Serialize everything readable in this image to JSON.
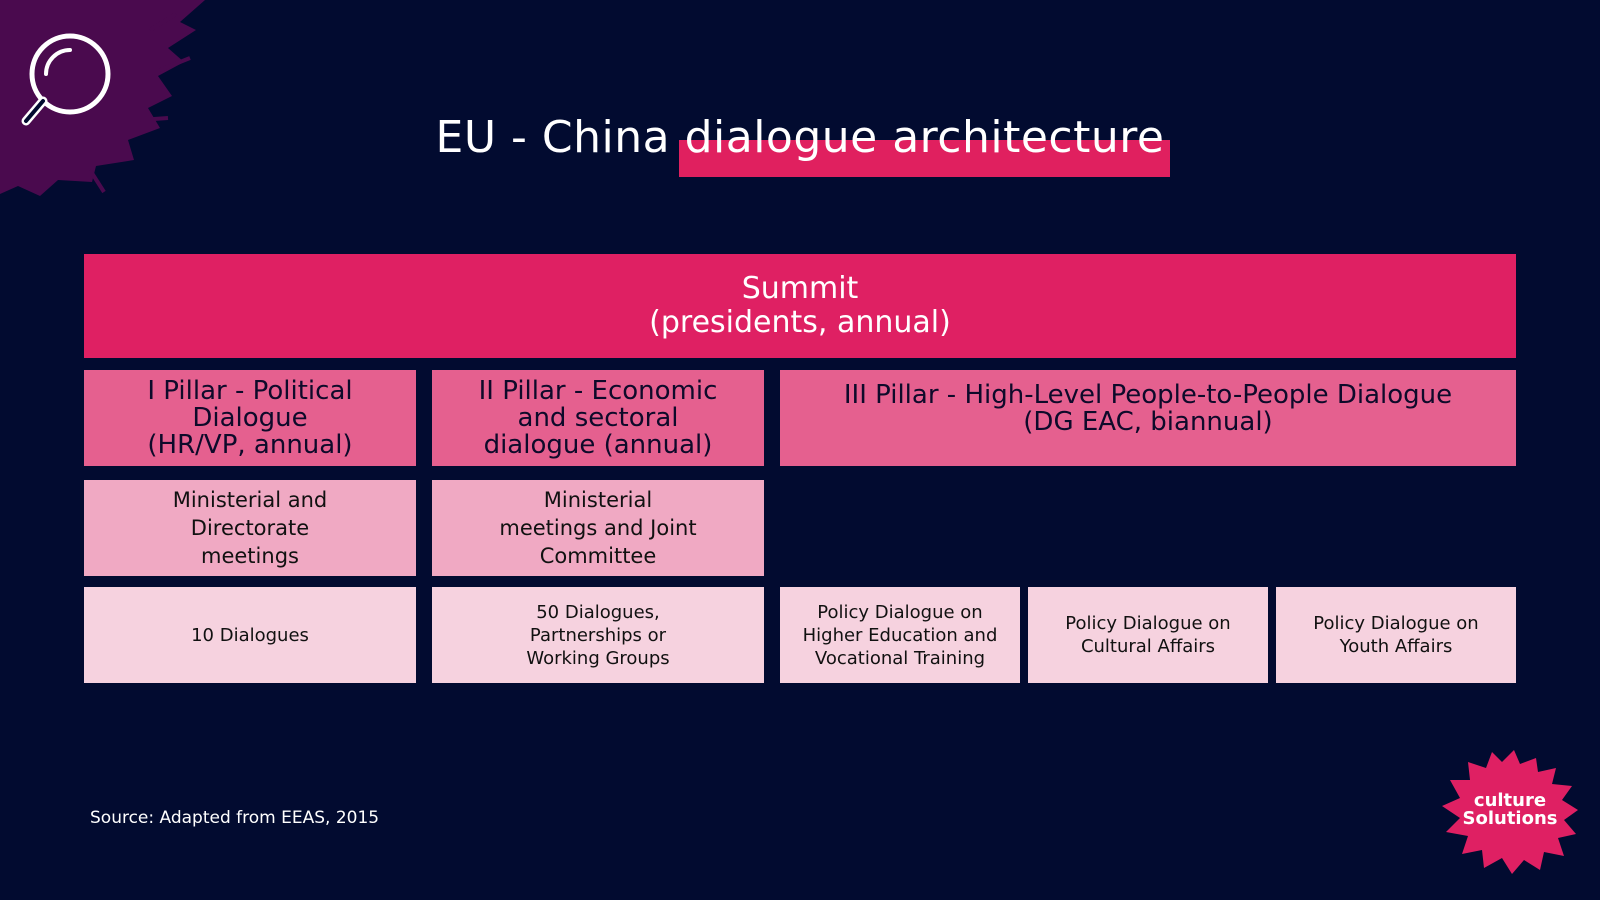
{
  "title": {
    "plain": "EU - China ",
    "highlight": "dialogue architecture"
  },
  "summit": {
    "label": "Summit\n(presidents, annual)"
  },
  "pillars": [
    {
      "label": "I Pillar - Political\nDialogue\n(HR/VP, annual)"
    },
    {
      "label": "II Pillar - Economic\nand sectoral\ndialogue (annual)"
    },
    {
      "label": "III Pillar - High-Level People-to-People Dialogue\n(DG EAC, biannual)"
    }
  ],
  "ministerial": [
    {
      "label": "Ministerial and\nDirectorate\nmeetings"
    },
    {
      "label": "Ministerial\nmeetings and Joint\nCommittee"
    }
  ],
  "dialogues": [
    {
      "label": "10 Dialogues"
    },
    {
      "label": "50 Dialogues,\nPartnerships or\nWorking Groups"
    },
    {
      "label": "Policy Dialogue on\nHigher Education and\nVocational Training"
    },
    {
      "label": "Policy Dialogue on\nCultural Affairs"
    },
    {
      "label": "Policy Dialogue on\nYouth Affairs"
    }
  ],
  "source": "Source: Adapted from EEAS, 2015",
  "logo": {
    "text": "culture\nSolutions"
  },
  "icons": {
    "corner": "magnifier-icon"
  },
  "colors": {
    "background": "#020b30",
    "summit": "#df2063",
    "pillar": "#e5608f",
    "ministerial": "#f0a9c3",
    "dialogue": "#f6d2df",
    "corner_splash": "#4a0a4e",
    "logo_splash": "#df2063"
  }
}
